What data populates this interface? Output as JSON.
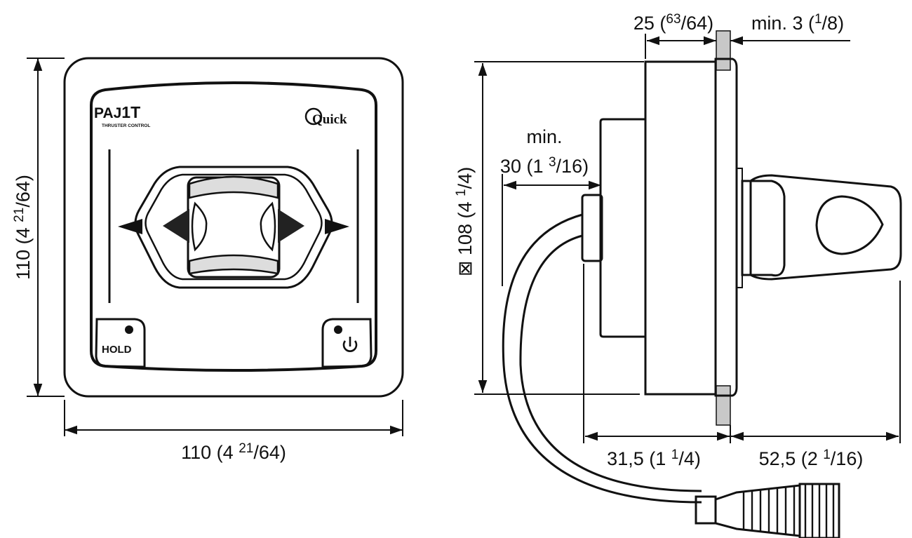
{
  "front_view": {
    "brand": {
      "model_prefix": "PAJ",
      "model_suffix": "1T",
      "subtitle": "THRUSTER CONTROL",
      "logo_text": "Quick"
    },
    "hold_label": "HOLD",
    "power_icon": "power-icon",
    "dim_width": {
      "main": "110 (4 ",
      "num": "21",
      "slash_den": "/64)"
    },
    "dim_height": {
      "main": "110 (4 ",
      "num": "21",
      "slash_den": "/64)"
    }
  },
  "side_view": {
    "dim_panel_depth": {
      "main": "25 (",
      "num": "63",
      "slash_den": "/64)"
    },
    "dim_min_thickness": {
      "main": "min. 3 (",
      "num": "1",
      "slash_den": "/8)"
    },
    "dim_min_clearance": {
      "line1": "min.",
      "main": "30 (1 ",
      "num": "3",
      "slash_den": "/16)"
    },
    "dim_cutout": {
      "symbol": "⊠",
      "main": " 108 (4 ",
      "num": "1",
      "slash_den": "/4)"
    },
    "dim_rear_depth": {
      "main": "31,5 (1 ",
      "num": "1",
      "slash_den": "/4)"
    },
    "dim_front_depth": {
      "main": "52,5 (2 ",
      "num": "1",
      "slash_den": "/16)"
    }
  }
}
